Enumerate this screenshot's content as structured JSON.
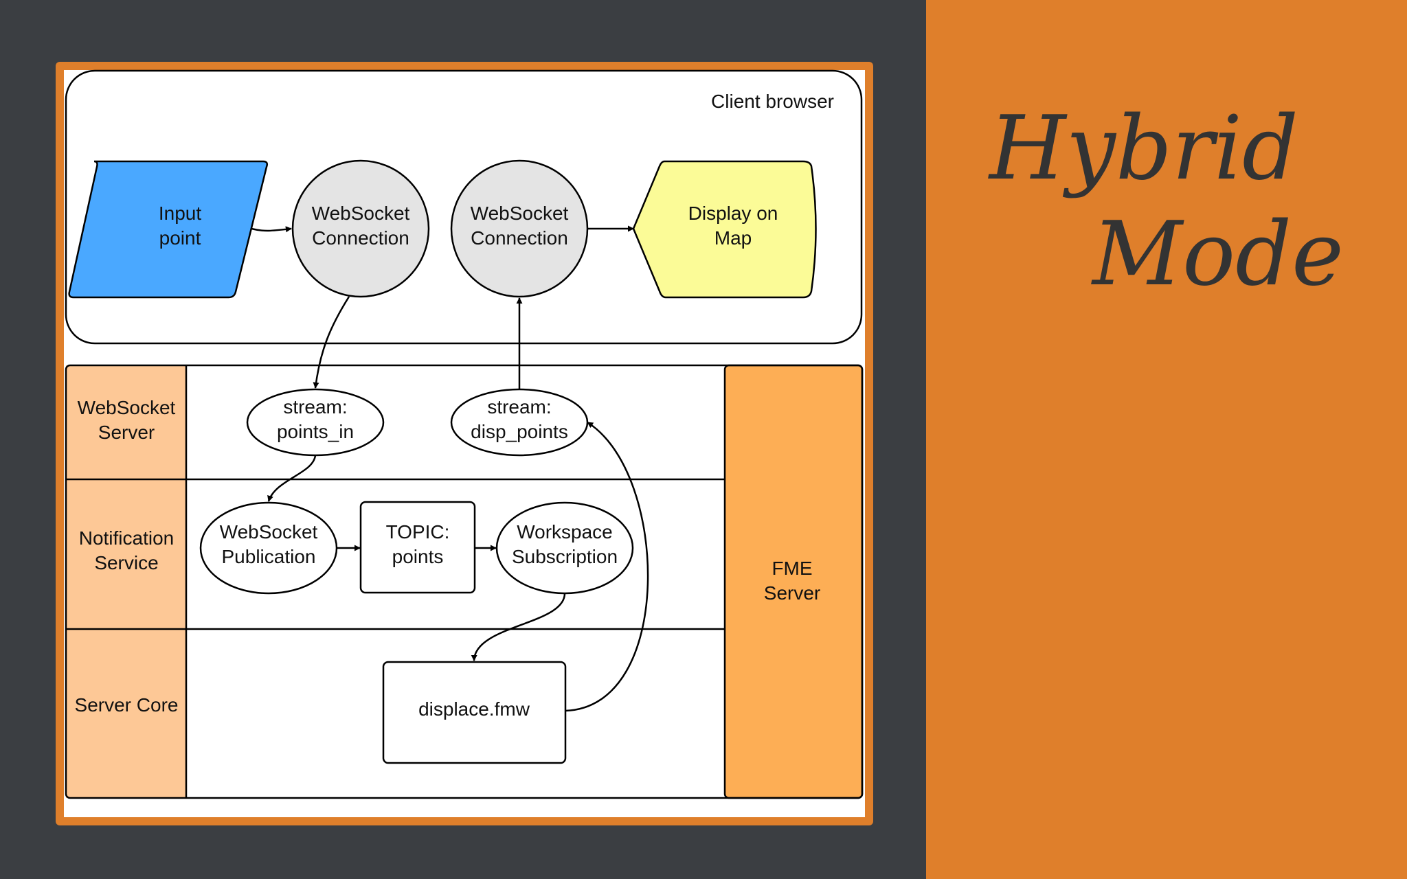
{
  "slide": {
    "title_line1": "Hybrid",
    "title_line2": "Mode",
    "colors": {
      "background_dark": "#3b3e42",
      "accent_orange": "#df7f2b",
      "lane_header": "#fdc896",
      "fme_server": "#fdae55",
      "input_blue": "#4aa8ff",
      "display_yellow": "#fbfb97",
      "connection_gray": "#e4e4e4"
    }
  },
  "diagram": {
    "client": {
      "label": "Client browser",
      "input_point": "Input\npoint",
      "ws_conn_left": "WebSocket\nConnection",
      "ws_conn_right": "WebSocket\nConnection",
      "display_map": "Display on\nMap"
    },
    "lanes": {
      "websocket_server": "WebSocket\nServer",
      "notification_service": "Notification\nService",
      "server_core": "Server Core"
    },
    "fme_server": "FME\nServer",
    "nodes": {
      "stream_points_in": "stream:\npoints_in",
      "stream_disp_points": "stream:\ndisp_points",
      "ws_publication": "WebSocket\nPublication",
      "topic_points": "TOPIC:\npoints",
      "workspace_subscription": "Workspace\nSubscription",
      "displace_fmw": "displace.fmw"
    }
  }
}
